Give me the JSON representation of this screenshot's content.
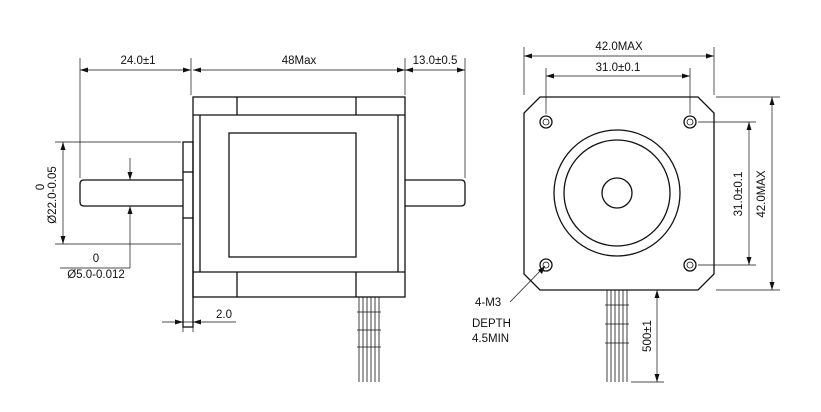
{
  "side_view": {
    "dim_shaft_length": "24.0±1",
    "dim_body_length": "48Max",
    "dim_rear_shaft": "13.0±0.5",
    "dim_boss_tol": "0",
    "dim_boss_dia": "Ø22.0-0.05",
    "dim_shaft_tol": "0",
    "dim_shaft_dia": "Ø5.0-0.012",
    "dim_flange": "2.0"
  },
  "front_view": {
    "dim_width": "42.0MAX",
    "dim_hole_spacing": "31.0±0.1",
    "dim_hole_spacing_v": "31.0±0.1",
    "dim_height": "42.0MAX",
    "note_thread": "4-M3",
    "note_depth": "DEPTH",
    "note_min": "4.5MIN",
    "dim_lead": "500±1"
  }
}
